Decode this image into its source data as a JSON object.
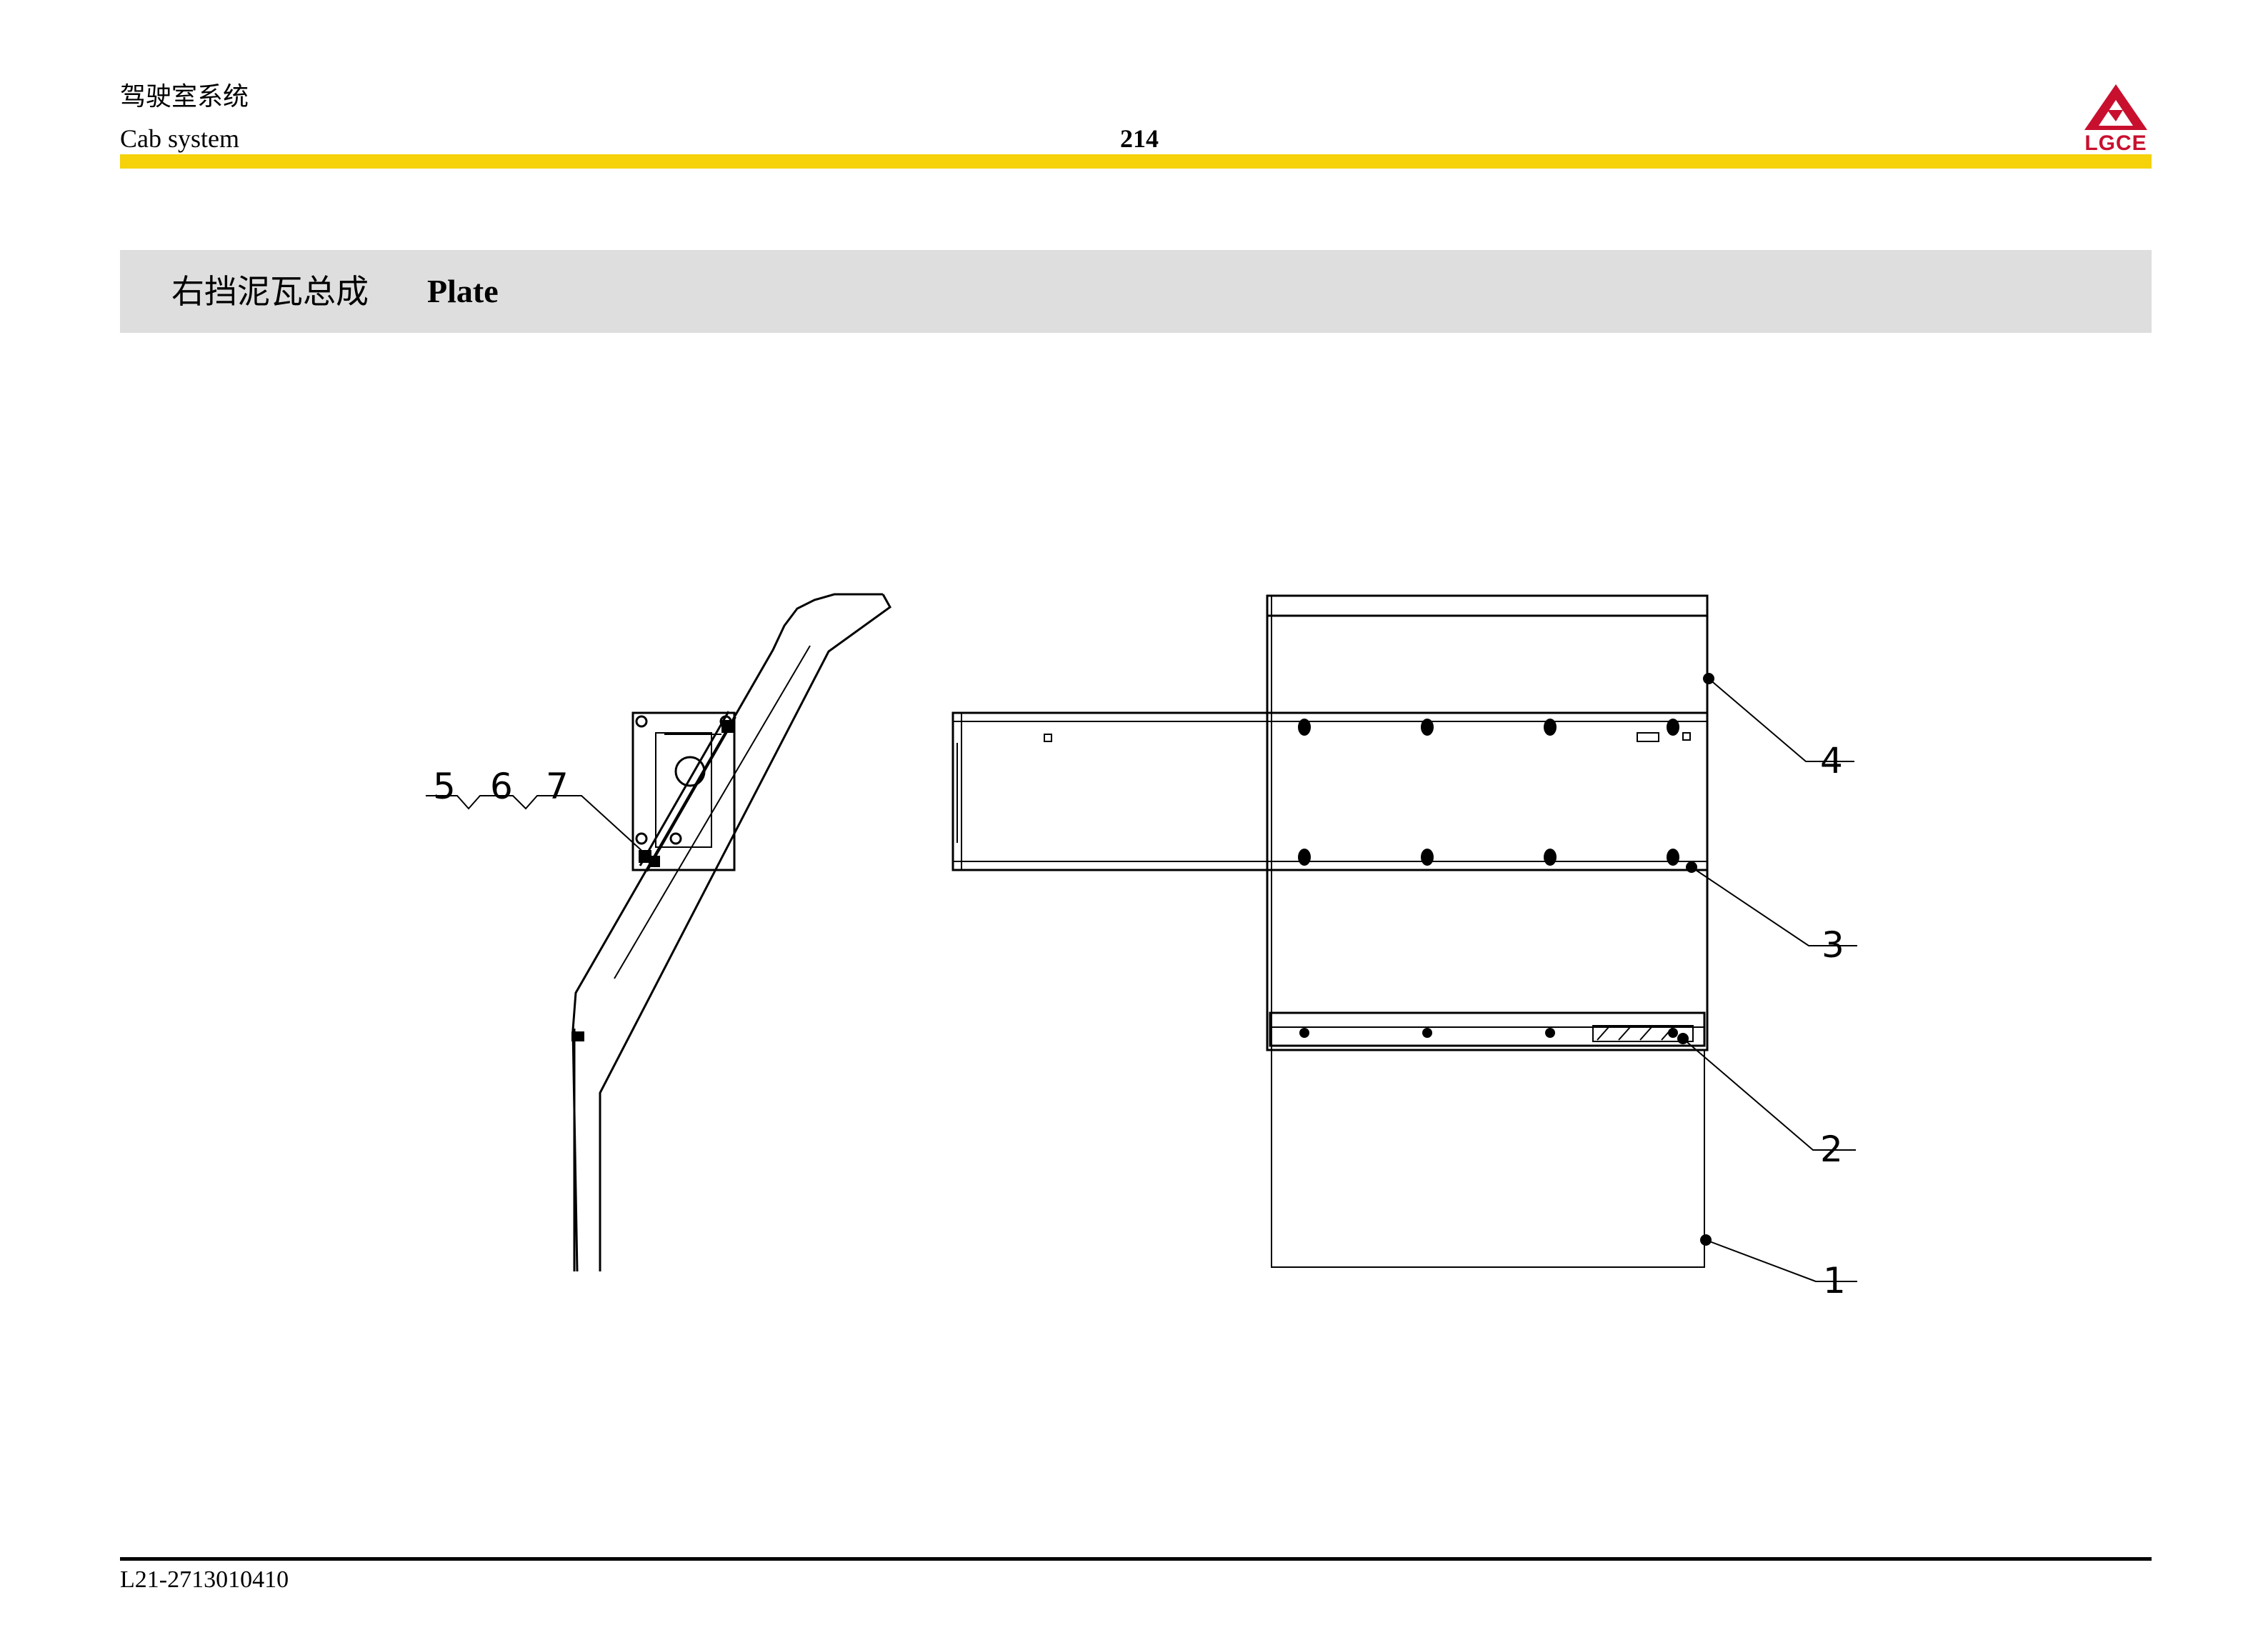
{
  "header": {
    "section_cn": "驾驶室系统",
    "section_en": "Cab system",
    "page_number": "214",
    "logo_text": "LGCE",
    "bar_color": "#f5d20a",
    "logo_color": "#c8102e"
  },
  "title": {
    "cn": "右挡泥瓦总成",
    "en": "Plate"
  },
  "drawing": {
    "callouts": {
      "c1": "1",
      "c2": "2",
      "c3": "3",
      "c4": "4",
      "c5": "5",
      "c6": "6",
      "c7": "7"
    }
  },
  "footer": {
    "part_code": "L21-2713010410"
  }
}
